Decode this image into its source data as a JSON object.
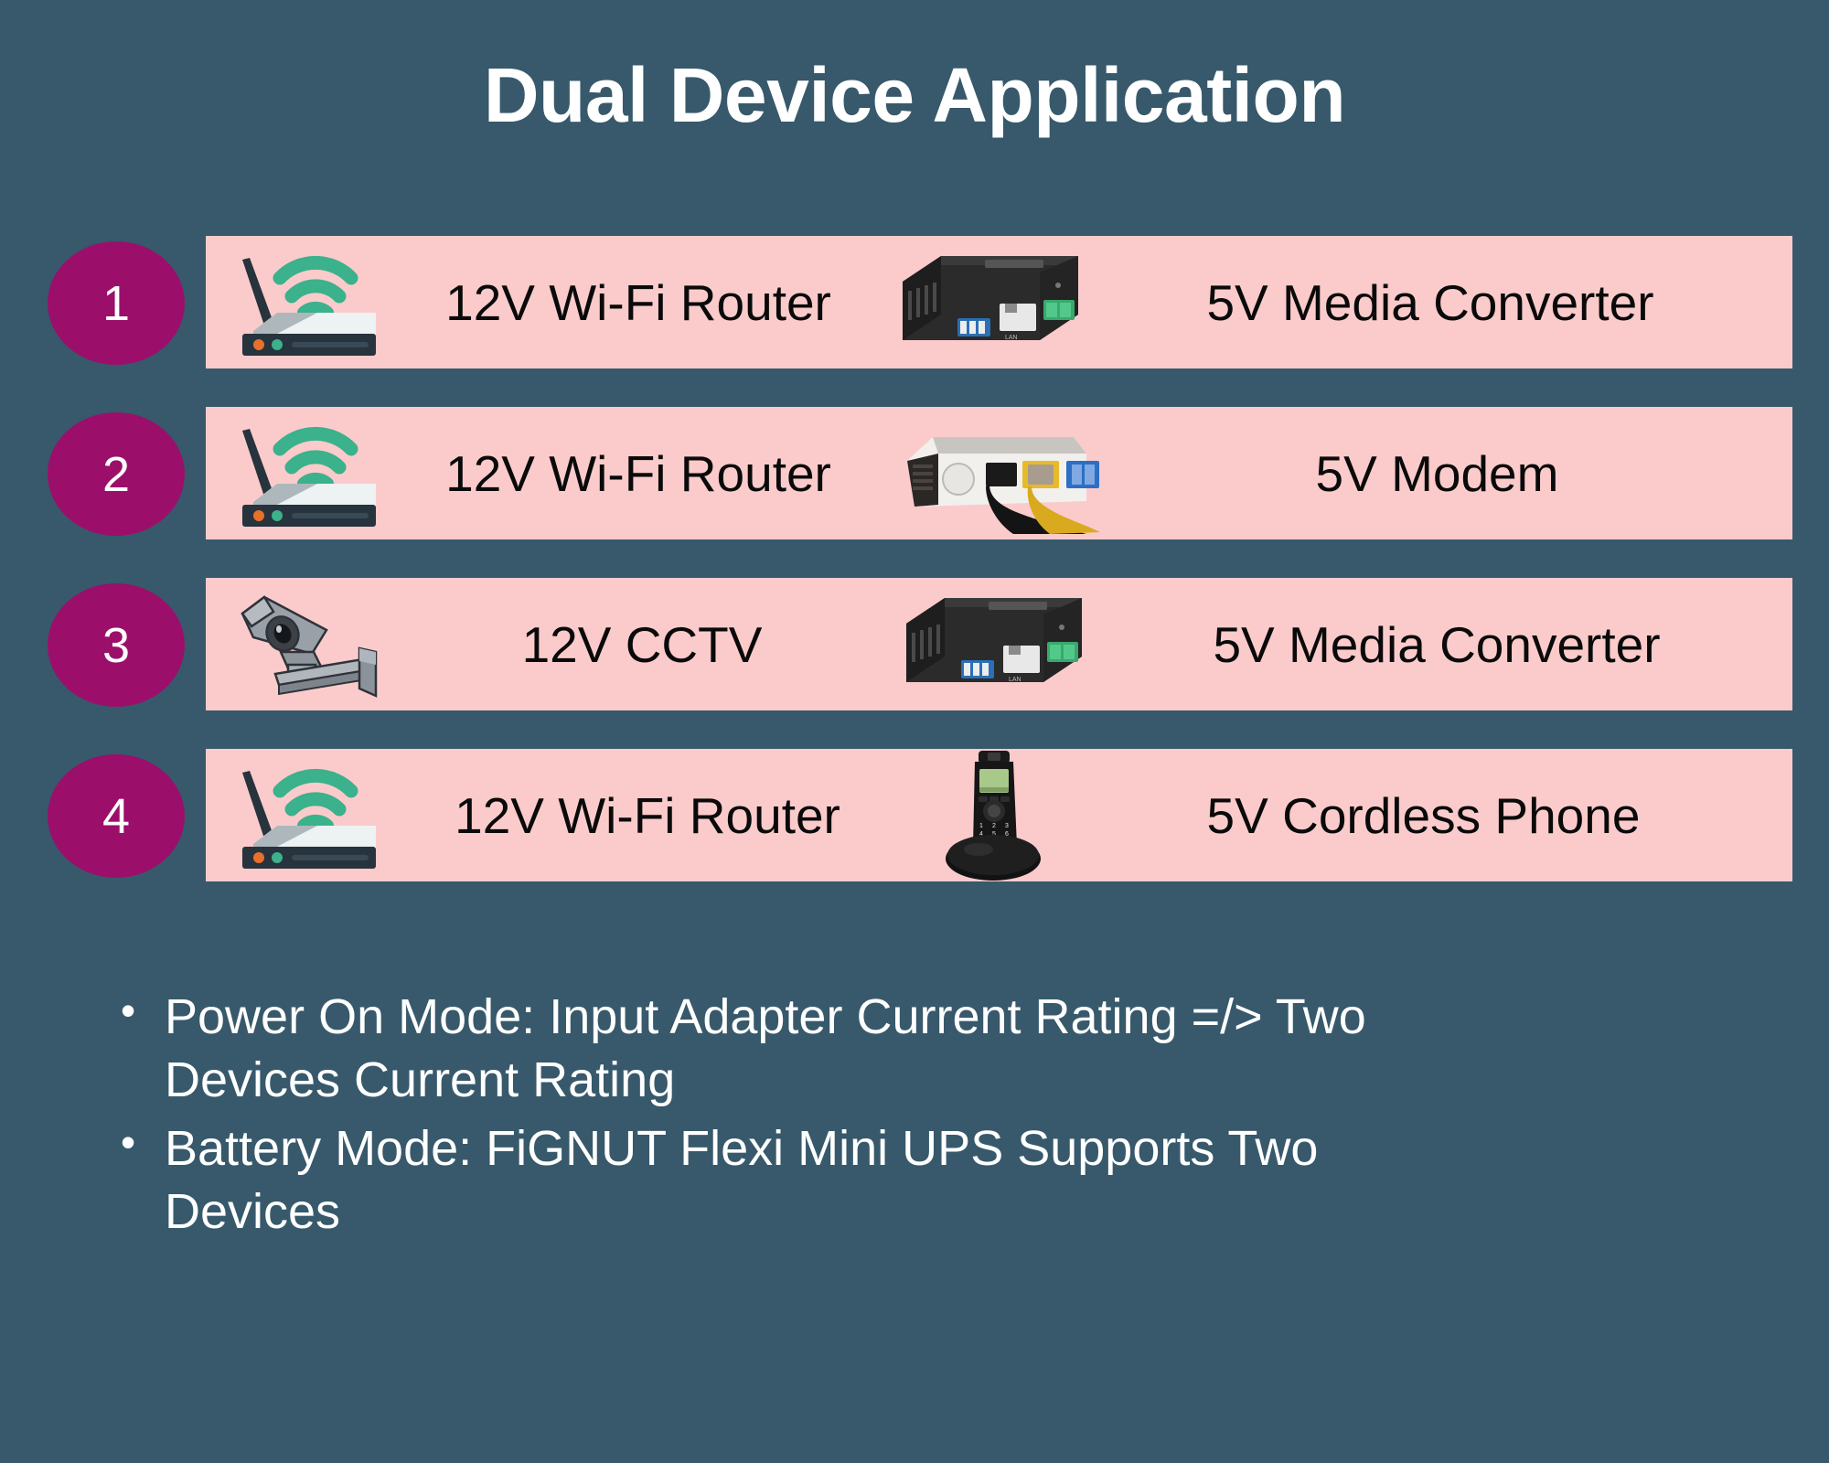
{
  "page": {
    "title": "Dual Device Application",
    "background_color": "#37596B",
    "bar_color": "#FBCBCB",
    "badge_color": "#9B0F6B",
    "title_color": "#FFFFFF",
    "label_color": "#0A0A0A"
  },
  "rows": [
    {
      "number": "1",
      "left_icon": "wifi-router-icon",
      "left_label": "12V Wi-Fi Router",
      "right_icon": "media-converter-icon",
      "right_label": "5V Media Converter"
    },
    {
      "number": "2",
      "left_icon": "wifi-router-icon",
      "left_label": "12V Wi-Fi Router",
      "right_icon": "modem-icon",
      "right_label": "5V Modem"
    },
    {
      "number": "3",
      "left_icon": "cctv-camera-icon",
      "left_label": "12V CCTV",
      "right_icon": "media-converter-icon",
      "right_label": "5V Media Converter"
    },
    {
      "number": "4",
      "left_icon": "wifi-router-icon",
      "left_label": "12V Wi-Fi Router",
      "right_icon": "cordless-phone-icon",
      "right_label": "5V Cordless Phone"
    }
  ],
  "notes": [
    "Power On Mode: Input Adapter Current Rating =/> Two Devices Current Rating",
    "Battery Mode: FiGNUT Flexi Mini UPS Supports Two Devices"
  ]
}
